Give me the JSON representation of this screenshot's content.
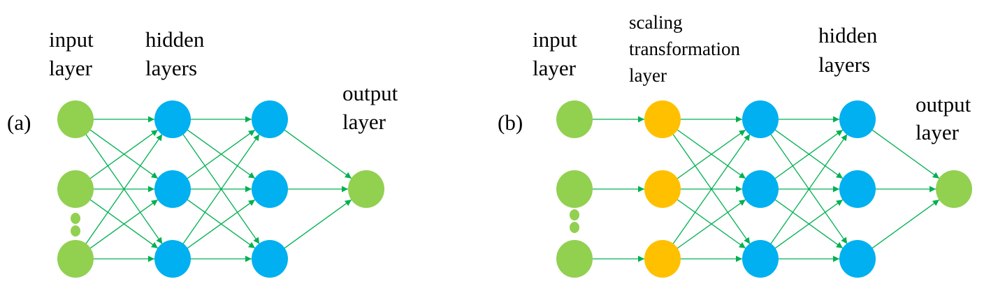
{
  "colors": {
    "input": "#92d050",
    "hidden": "#00b0f0",
    "scaling": "#ffc000",
    "output": "#92d050",
    "edge": "#00b050",
    "text": "#000000"
  },
  "panel_a": {
    "tag": "(a)",
    "input_label": [
      "input",
      "layer"
    ],
    "hidden_label": [
      "hidden",
      "layers"
    ],
    "output_label": [
      "output",
      "layer"
    ]
  },
  "panel_b": {
    "tag": "(b)",
    "input_label": [
      "input",
      "layer"
    ],
    "scaling_label": [
      "scaling",
      "transformation",
      "layer"
    ],
    "hidden_label": [
      "hidden",
      "layers"
    ],
    "output_label": [
      "output",
      "layer"
    ]
  }
}
